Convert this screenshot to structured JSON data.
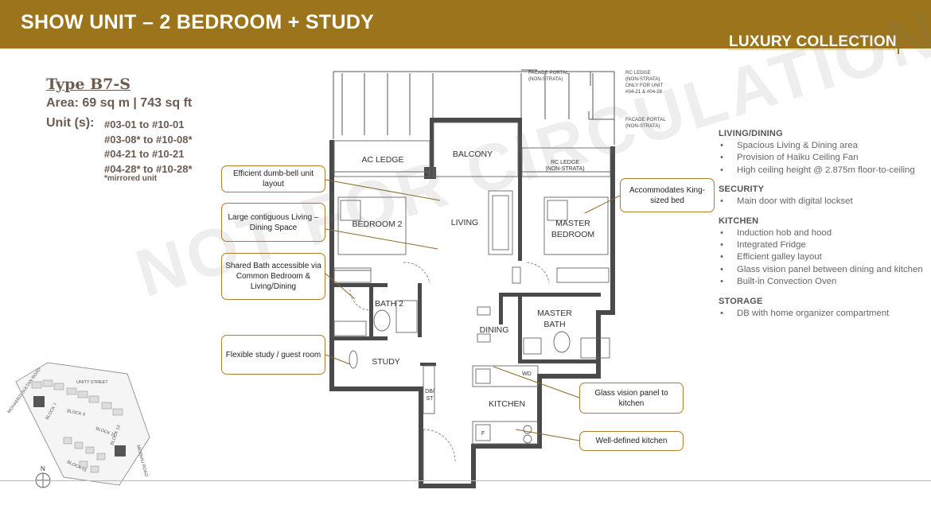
{
  "header": {
    "title": "SHOW UNIT – 2 BEDROOM + STUDY",
    "collection": "LUXURY COLLECTION"
  },
  "unit_info": {
    "type": "Type B7-S",
    "area": "Area: 69 sq m | 743 sq ft",
    "units_label": "Unit (s):",
    "units": [
      "#03-01 to #10-01",
      "#03-08* to #10-08*",
      "#04-21 to #10-21",
      "#04-28* to #10-28*"
    ],
    "mirrored_note": "*mirrored unit"
  },
  "callouts": {
    "dumbbell": "Efficient dumb-bell unit layout",
    "contiguous": "Large contiguous Living – Dining Space",
    "shared_bath": "Shared Bath accessible via Common Bedroom & Living/Dining",
    "study": "Flexible study / guest room",
    "king_bed": "Accommodates King-sized bed",
    "glass_panel": "Glass vision panel to kitchen",
    "kitchen": "Well-defined kitchen"
  },
  "plan_labels": {
    "ac_ledge": "AC LEDGE",
    "balcony": "BALCONY",
    "rc_ledge_1": "RC LEDGE",
    "rc_ledge_2": "(NON-STRATA)",
    "bedroom2": "BEDROOM 2",
    "living": "LIVING",
    "master_1": "MASTER",
    "master_2": "BEDROOM",
    "bath2": "BATH 2",
    "master_bath_1": "MASTER",
    "master_bath_2": "BATH",
    "dining": "DINING",
    "study": "STUDY",
    "kitchen": "KITCHEN",
    "db_1": "DB/",
    "db_2": "ST",
    "wd": "WD",
    "fridge": "F",
    "facade_portal_top_1": "FACADE PORTAL",
    "facade_portal_top_2": "(NON-STRATA)",
    "rc_ledge_note_1": "RC LEDGE",
    "rc_ledge_note_2": "(NON-STRATA)",
    "rc_ledge_note_3": "ONLY FOR UNIT",
    "rc_ledge_note_4": "#04-21 & #04-28",
    "facade_portal_right_1": "FACADE PORTAL",
    "facade_portal_right_2": "(NON-STRATA)"
  },
  "site_plan": {
    "north": "N",
    "street_1": "UNITY STREET",
    "street_2": "MOHAMED SULTAN ROAD",
    "street_3": "MERBAU ROAD",
    "block_7": "BLOCK 7",
    "block_9": "BLOCK 9",
    "block_11": "BLOCK 11",
    "block_13": "BLOCK 13",
    "block_15": "BLOCK 15"
  },
  "features": [
    {
      "heading": "LIVING/DINING",
      "items": [
        "Spacious Living & Dining area",
        "Provision of Haiku Ceiling Fan",
        "High ceiling height @ 2.875m floor-to-ceiling"
      ]
    },
    {
      "heading": "SECURITY",
      "items": [
        "Main door with digital lockset"
      ]
    },
    {
      "heading": "KITCHEN",
      "items": [
        "Induction hob and hood",
        "Integrated Fridge",
        "Efficient galley layout",
        "Glass vision panel between dining and kitchen",
        "Built-in Convection Oven"
      ]
    },
    {
      "heading": "STORAGE",
      "items": [
        "DB with home organizer compartment"
      ]
    }
  ],
  "watermark": "NOT FOR CIRCULATION",
  "colors": {
    "brand": "#9b741b",
    "callout_border": "#b07d2a",
    "wall": "#4a4a4a"
  }
}
